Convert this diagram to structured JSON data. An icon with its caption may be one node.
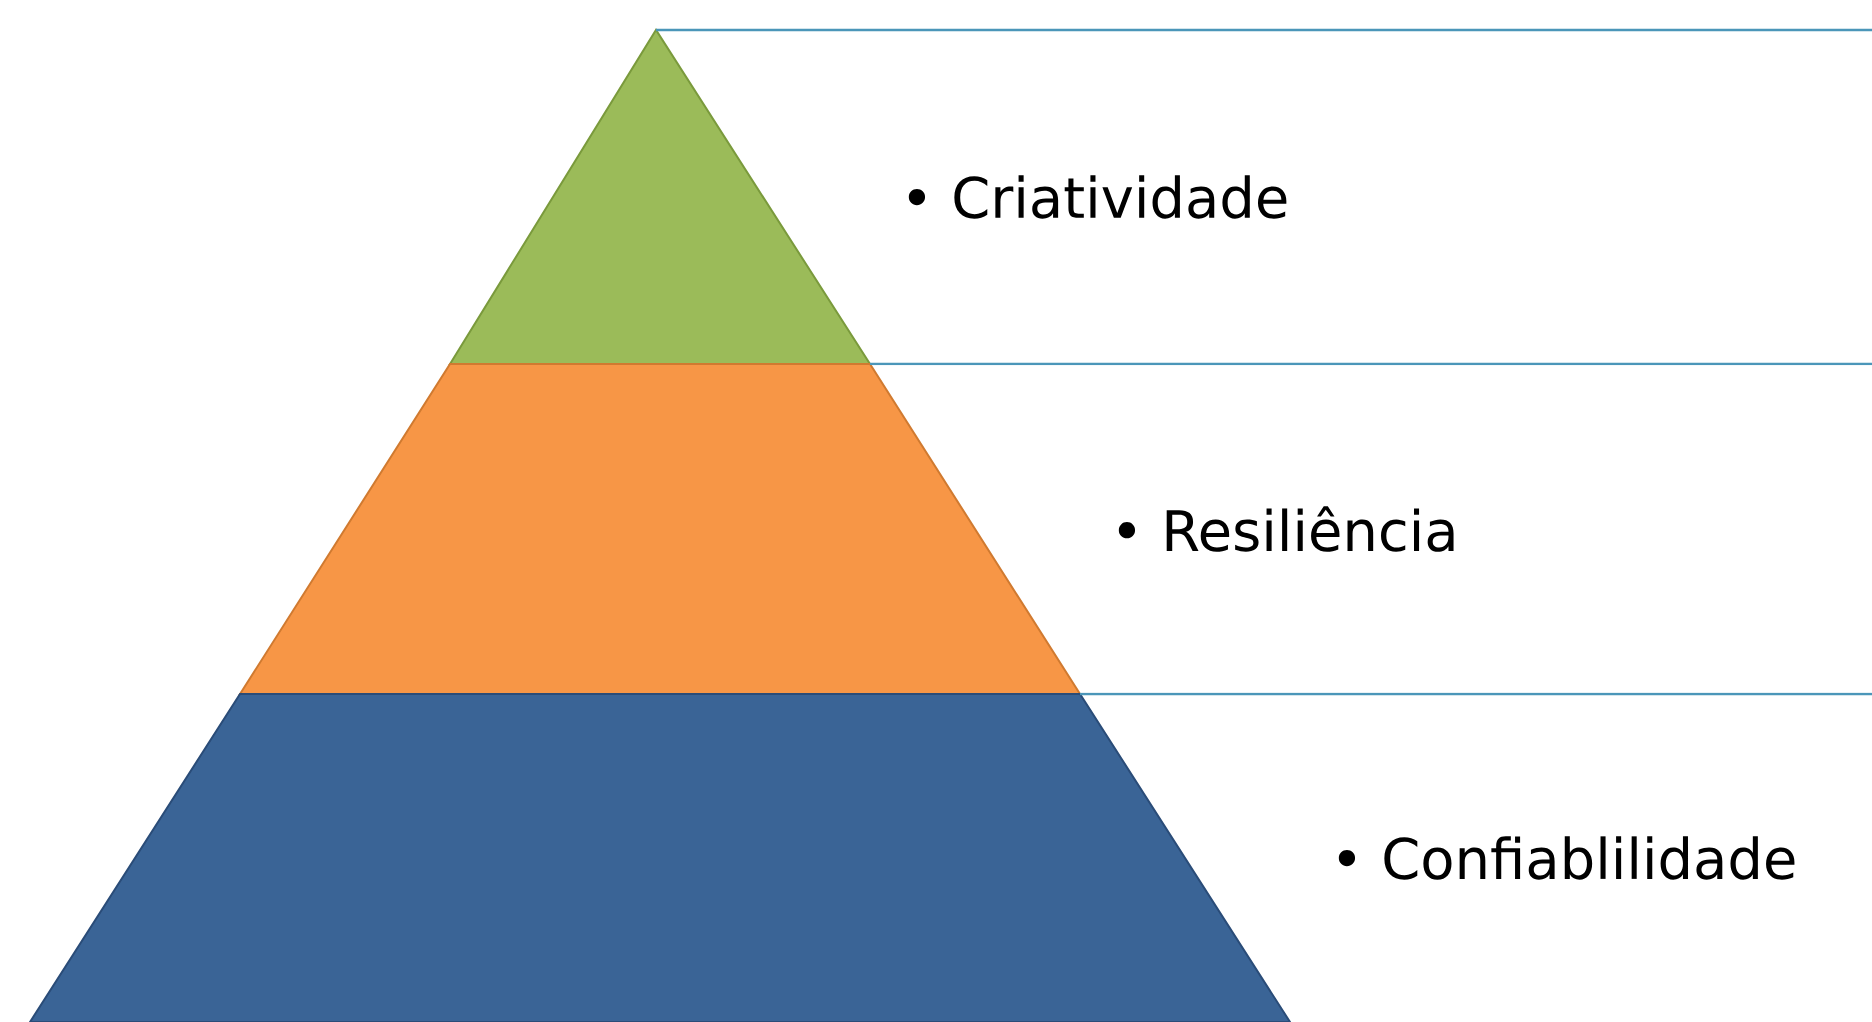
{
  "diagram": {
    "nodes": [
      {
        "text": [],
        "shape": "triangle"
      },
      {
        "text": [],
        "shape": "trapezoid"
      },
      {
        "text": [],
        "shape": "trapezoid"
      },
      {
        "text": [
          "• Criatividade"
        ]
      },
      {
        "text": [
          "• Resiliência"
        ]
      },
      {
        "text": [
          "• Confiablilidade"
        ]
      }
    ]
  }
}
